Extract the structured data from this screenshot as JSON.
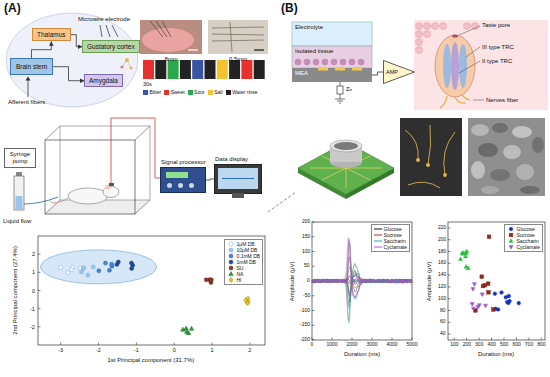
{
  "diagram": {
    "nodes": [
      {
        "text": [
          "Thalamus"
        ]
      },
      {
        "text": [
          "Gustatory cortex"
        ]
      },
      {
        "text": [
          "Brain stem"
        ]
      },
      {
        "text": [
          "Amygdala"
        ]
      },
      {
        "text": [
          "Syringe pump"
        ]
      },
      {
        "text": [
          "Signal processor"
        ]
      },
      {
        "text": [
          "Data display"
        ]
      },
      {
        "text": [
          "Electrolyte"
        ]
      },
      {
        "text": [
          "Isolated tissue"
        ]
      },
      {
        "text": [
          "MEA"
        ]
      },
      {
        "text": [
          "AMP"
        ]
      }
    ],
    "edges": [
      {
        "from": 2,
        "to": 0,
        "arrow": "to"
      },
      {
        "from": 0,
        "to": 1,
        "arrow": "to"
      },
      {
        "from": 2,
        "to": 3,
        "arrow": "to"
      },
      {
        "from": 5,
        "to": 6,
        "arrow": "none"
      },
      {
        "from": 9,
        "to": 10,
        "arrow": "none"
      }
    ],
    "labels": [
      "(A)",
      "Microwire electrode",
      "Afferent fibers",
      "8mm",
      "0.5mm",
      "30s",
      "Liquid flow",
      "2nd Principal component (27.4%)",
      "1st Principal component (31.7%)",
      "-3",
      "-2",
      "-1",
      "0",
      "1",
      "2",
      "2",
      "1",
      "0",
      "-1",
      "-2",
      "(B)",
      "Zₑ",
      "Taste pore",
      "III type TRC",
      "II type TRC",
      "Nerves fiber",
      "Amplitude (μV)",
      "Duration (ms)",
      "0",
      "1000",
      "2000",
      "3000",
      "4000",
      "5000",
      "200",
      "150",
      "100",
      "50",
      "0",
      "-50",
      "-100",
      "-150",
      "-200",
      "Amplitude (μV)",
      "Duration (ms)",
      "100",
      "200",
      "300",
      "400",
      "500",
      "600",
      "700",
      "800",
      "220",
      "200",
      "180",
      "160",
      "140",
      "120",
      "100",
      "80",
      "60",
      "40"
    ],
    "legend": [
      {
        "text": "Bitter",
        "color": "#3a53a4"
      },
      {
        "text": "Sweet",
        "color": "#e8312f"
      },
      {
        "text": "Sour",
        "color": "#2aa84a"
      },
      {
        "text": "Salt",
        "color": "#f2c230"
      },
      {
        "text": "Water rinse",
        "color": "#222222"
      },
      {
        "text": "1μM DB"
      },
      {
        "text": "10μM DB"
      },
      {
        "text": "0.1mM DB"
      },
      {
        "text": "1mM DB"
      },
      {
        "text": "SU"
      },
      {
        "text": "NA"
      },
      {
        "text": "HI"
      },
      {
        "text": "Glucose"
      },
      {
        "text": "Sucrose"
      },
      {
        "text": "Saccharin"
      },
      {
        "text": "Cyclamate"
      },
      {
        "text": "Glucose"
      },
      {
        "text": "Sucrose"
      },
      {
        "text": "Saccharin"
      },
      {
        "text": "Cyclamate"
      }
    ]
  }
}
